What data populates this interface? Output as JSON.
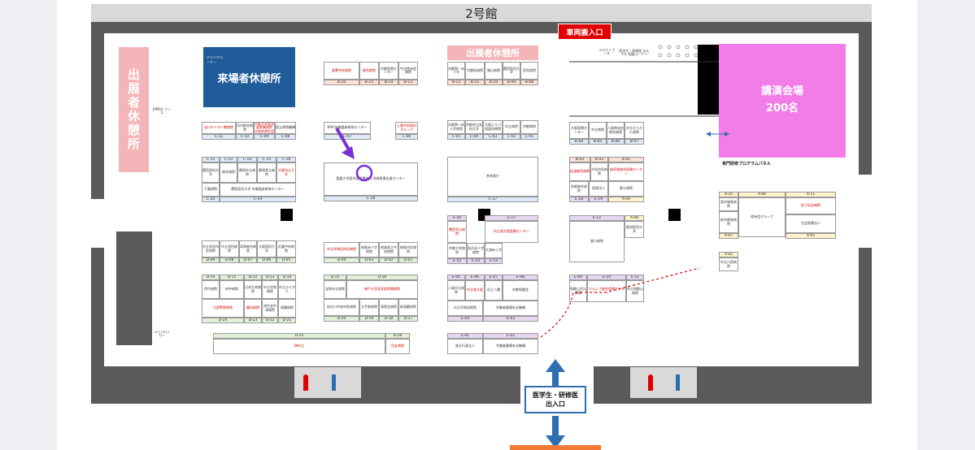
{
  "hall_title": "2号館",
  "vehicle_entrance": "車両搬入口",
  "exhibitor_lounge": "出展者休憩所",
  "exhibitor_lounge_top": "出展者休憩所",
  "visitor_lounge": "来場者休憩所",
  "drink_corner": "ドリンクコーナー",
  "lecture_hall": {
    "name": "講演会場",
    "capacity": "200名"
  },
  "program_panel": "専門研修プログラムパネル",
  "jpmsa_booth": "JPMSA ブース",
  "consult_corner": "医学生・研修医 なんでも 相談コーナー",
  "contact_booth": "コラクトブース",
  "entrance_exit": {
    "line1": "医学生・研修医",
    "line2": "出入口"
  },
  "coin_locker": "コインロッカー",
  "colors": {
    "pink": "#f4b5b8",
    "blue": "#1f5c99",
    "magenta": "#f27de8",
    "red": "#e00000",
    "arrow_blue": "#2d6fb0",
    "marker_purple": "#7b2fd6"
  },
  "booths": [
    {
      "code": "C-11",
      "label": "淀川キリスト教病院",
      "red": true
    },
    {
      "code": "C-10",
      "label": "河内総合病院",
      "red": false
    },
    {
      "code": "C-09",
      "label": "大阪大学医学部附属病院 大阪府済生会",
      "red": true
    },
    {
      "code": "C-08",
      "label": "国立病院機構",
      "red": false
    },
    {
      "code": "C-07",
      "label": "NMC卒後臨床研修センター",
      "red": false
    },
    {
      "code": "C-06",
      "label": "上尾中央医科グループ",
      "red": true
    },
    {
      "code": "C-12",
      "label": "関西医科大学",
      "red": false
    },
    {
      "code": "C-13",
      "label": "総合病院",
      "red": false
    },
    {
      "code": "C-14",
      "label": "静岡市立病院",
      "red": false
    },
    {
      "code": "C-15",
      "label": "静岡県立病院",
      "red": false
    },
    {
      "code": "C-16",
      "label": "大阪市立大学",
      "red": true
    },
    {
      "code": "C-20",
      "label": "千葉病院",
      "red": false
    },
    {
      "code": "C-19",
      "label": "関西医科大学 卒後臨床研修センター",
      "red": false
    },
    {
      "code": "C-18",
      "label": "愛媛大学医学部附属病院 地域医療支援センター",
      "red": false
    },
    {
      "code": "C-17",
      "label": "奈良県庁",
      "red": false
    },
    {
      "code": "C-05",
      "label": "京都第一赤十字病院",
      "red": false
    },
    {
      "code": "C-04",
      "label": "京都府立医科大学",
      "red": false
    },
    {
      "code": "C-03",
      "label": "天理よろづ相談所病院",
      "red": false
    },
    {
      "code": "C-02",
      "label": "市立病院",
      "red": false
    },
    {
      "code": "C-01",
      "label": "京都病院",
      "red": false
    },
    {
      "code": "B-16",
      "label": "倉敷中央病院",
      "red": true
    },
    {
      "code": "B-15",
      "label": "総合病院",
      "red": true
    },
    {
      "code": "B-14",
      "label": "京都医療センター",
      "red": false
    },
    {
      "code": "B-13",
      "label": "宇治徳洲会病院",
      "red": false
    },
    {
      "code": "B-12",
      "label": "京都第一赤十字",
      "red": false
    },
    {
      "code": "B-11",
      "label": "京都桂病院",
      "red": false
    },
    {
      "code": "B-10",
      "label": "福山病院",
      "red": false
    },
    {
      "code": "B-09",
      "label": "関西医科大学",
      "red": false
    },
    {
      "code": "B-08",
      "label": "西宮病院",
      "red": false
    },
    {
      "code": "B-04",
      "label": "大阪医療センター",
      "red": false
    },
    {
      "code": "B-05",
      "label": "市立病院",
      "red": false
    },
    {
      "code": "B-06",
      "label": "八尾徳洲会総合病院",
      "red": false
    },
    {
      "code": "B-07",
      "label": "市立ひらかた病院",
      "red": false
    },
    {
      "code": "B-03",
      "label": "松波総合病院",
      "red": true
    },
    {
      "code": "B-02",
      "label": "大垣市民病院",
      "red": false
    },
    {
      "code": "B-01",
      "label": "岐阜県総合医療センター",
      "red": true
    },
    {
      "code": "E-18",
      "label": "多根総合病院",
      "red": false
    },
    {
      "code": "E-19",
      "label": "医療法人",
      "red": false
    },
    {
      "code": "A-09",
      "label": "野江病院",
      "red": false
    },
    {
      "code": "D-04",
      "label": "市立岸和田市民病院",
      "red": true
    },
    {
      "code": "D-03",
      "label": "徳島赤十字病院",
      "red": false
    },
    {
      "code": "D-02",
      "label": "徳島県立中央病院",
      "red": false
    },
    {
      "code": "D-01",
      "label": "徳島市民病院",
      "red": false
    },
    {
      "code": "E-16",
      "label": "関西労災病院",
      "red": true
    },
    {
      "code": "E-17",
      "label": "市立東大阪医療センター",
      "red": true
    },
    {
      "code": "E-15",
      "label": "京都大学病院",
      "red": false
    },
    {
      "code": "E-14",
      "label": "長浜赤十字病院",
      "red": false
    },
    {
      "code": "E-13",
      "label": "大津赤十字",
      "red": false
    },
    {
      "code": "E-12",
      "label": "香川病院",
      "red": false
    },
    {
      "code": "A-08",
      "label": "愛知医科大学",
      "red": false
    },
    {
      "code": "A-10",
      "label": "東京城東病院",
      "red": false
    },
    {
      "code": "A-06",
      "label": "徳洲会グループ",
      "red": false
    },
    {
      "code": "A-11",
      "label": "松下記念病院",
      "red": true
    },
    {
      "code": "A-07",
      "label": "新京都南病院",
      "red": false
    },
    {
      "code": "A-05",
      "label": "社会医療法人",
      "red": false
    },
    {
      "code": "A-02",
      "label": "市立川西病院",
      "red": false
    },
    {
      "code": "D-09",
      "label": "市立吹田市民病院",
      "red": false
    },
    {
      "code": "D-08",
      "label": "市立池田病院",
      "red": false
    },
    {
      "code": "D-07",
      "label": "耳原総合病院",
      "red": false
    },
    {
      "code": "D-06",
      "label": "大阪医科大学",
      "red": false
    },
    {
      "code": "D-05",
      "label": "近畿中央病院",
      "red": false
    },
    {
      "code": "D-10",
      "label": "伊丹病院",
      "red": false
    },
    {
      "code": "D-11",
      "label": "府中病院",
      "red": false
    },
    {
      "code": "D-12",
      "label": "日本生命病院",
      "red": false
    },
    {
      "code": "D-13",
      "label": "市立貝塚病院",
      "red": false
    },
    {
      "code": "D-14",
      "label": "市立ひらかた",
      "red": false
    },
    {
      "code": "D-24",
      "label": "大阪警察病院",
      "red": true
    },
    {
      "code": "D-23",
      "label": "藤田病院",
      "red": true
    },
    {
      "code": "D-22",
      "label": "済生会中津病院",
      "red": false
    },
    {
      "code": "D-21",
      "label": "高槻病院",
      "red": false
    },
    {
      "code": "D-15",
      "label": "宝塚市立病院",
      "red": false
    },
    {
      "code": "D-16",
      "label": "神戸大学医学部附属病院",
      "red": true
    },
    {
      "code": "D-20",
      "label": "加古川中央市民病院",
      "red": false
    },
    {
      "code": "D-19",
      "label": "大手前病院",
      "red": false
    },
    {
      "code": "D-18",
      "label": "清恵会病院",
      "red": false
    },
    {
      "code": "D-17",
      "label": "新須磨病院",
      "red": false
    },
    {
      "code": "E-05",
      "label": "八尾市立病院",
      "red": false
    },
    {
      "code": "E-06",
      "label": "市立東大阪",
      "red": true
    },
    {
      "code": "E-07",
      "label": "近江八幡",
      "red": false
    },
    {
      "code": "E-08",
      "label": "京都保健会",
      "red": false
    },
    {
      "code": "E-04",
      "label": "市立岸和田病院",
      "red": false
    },
    {
      "code": "E-03",
      "label": "労働者健康安全機構",
      "red": false
    },
    {
      "code": "E-09",
      "label": "和歌山労災病院",
      "red": false
    },
    {
      "code": "E-10",
      "label": "りんくう総合医療センター",
      "red": true
    },
    {
      "code": "E-11",
      "label": "市立和歌山病院",
      "red": false
    },
    {
      "code": "D-25",
      "label": "堺市立",
      "red": true
    },
    {
      "code": "D-26",
      "label": "住友病院",
      "red": true
    },
    {
      "code": "E-01",
      "label": "独立行政法人",
      "red": false
    },
    {
      "code": "E-02",
      "label": "労働者健康安全機構",
      "red": false
    }
  ]
}
